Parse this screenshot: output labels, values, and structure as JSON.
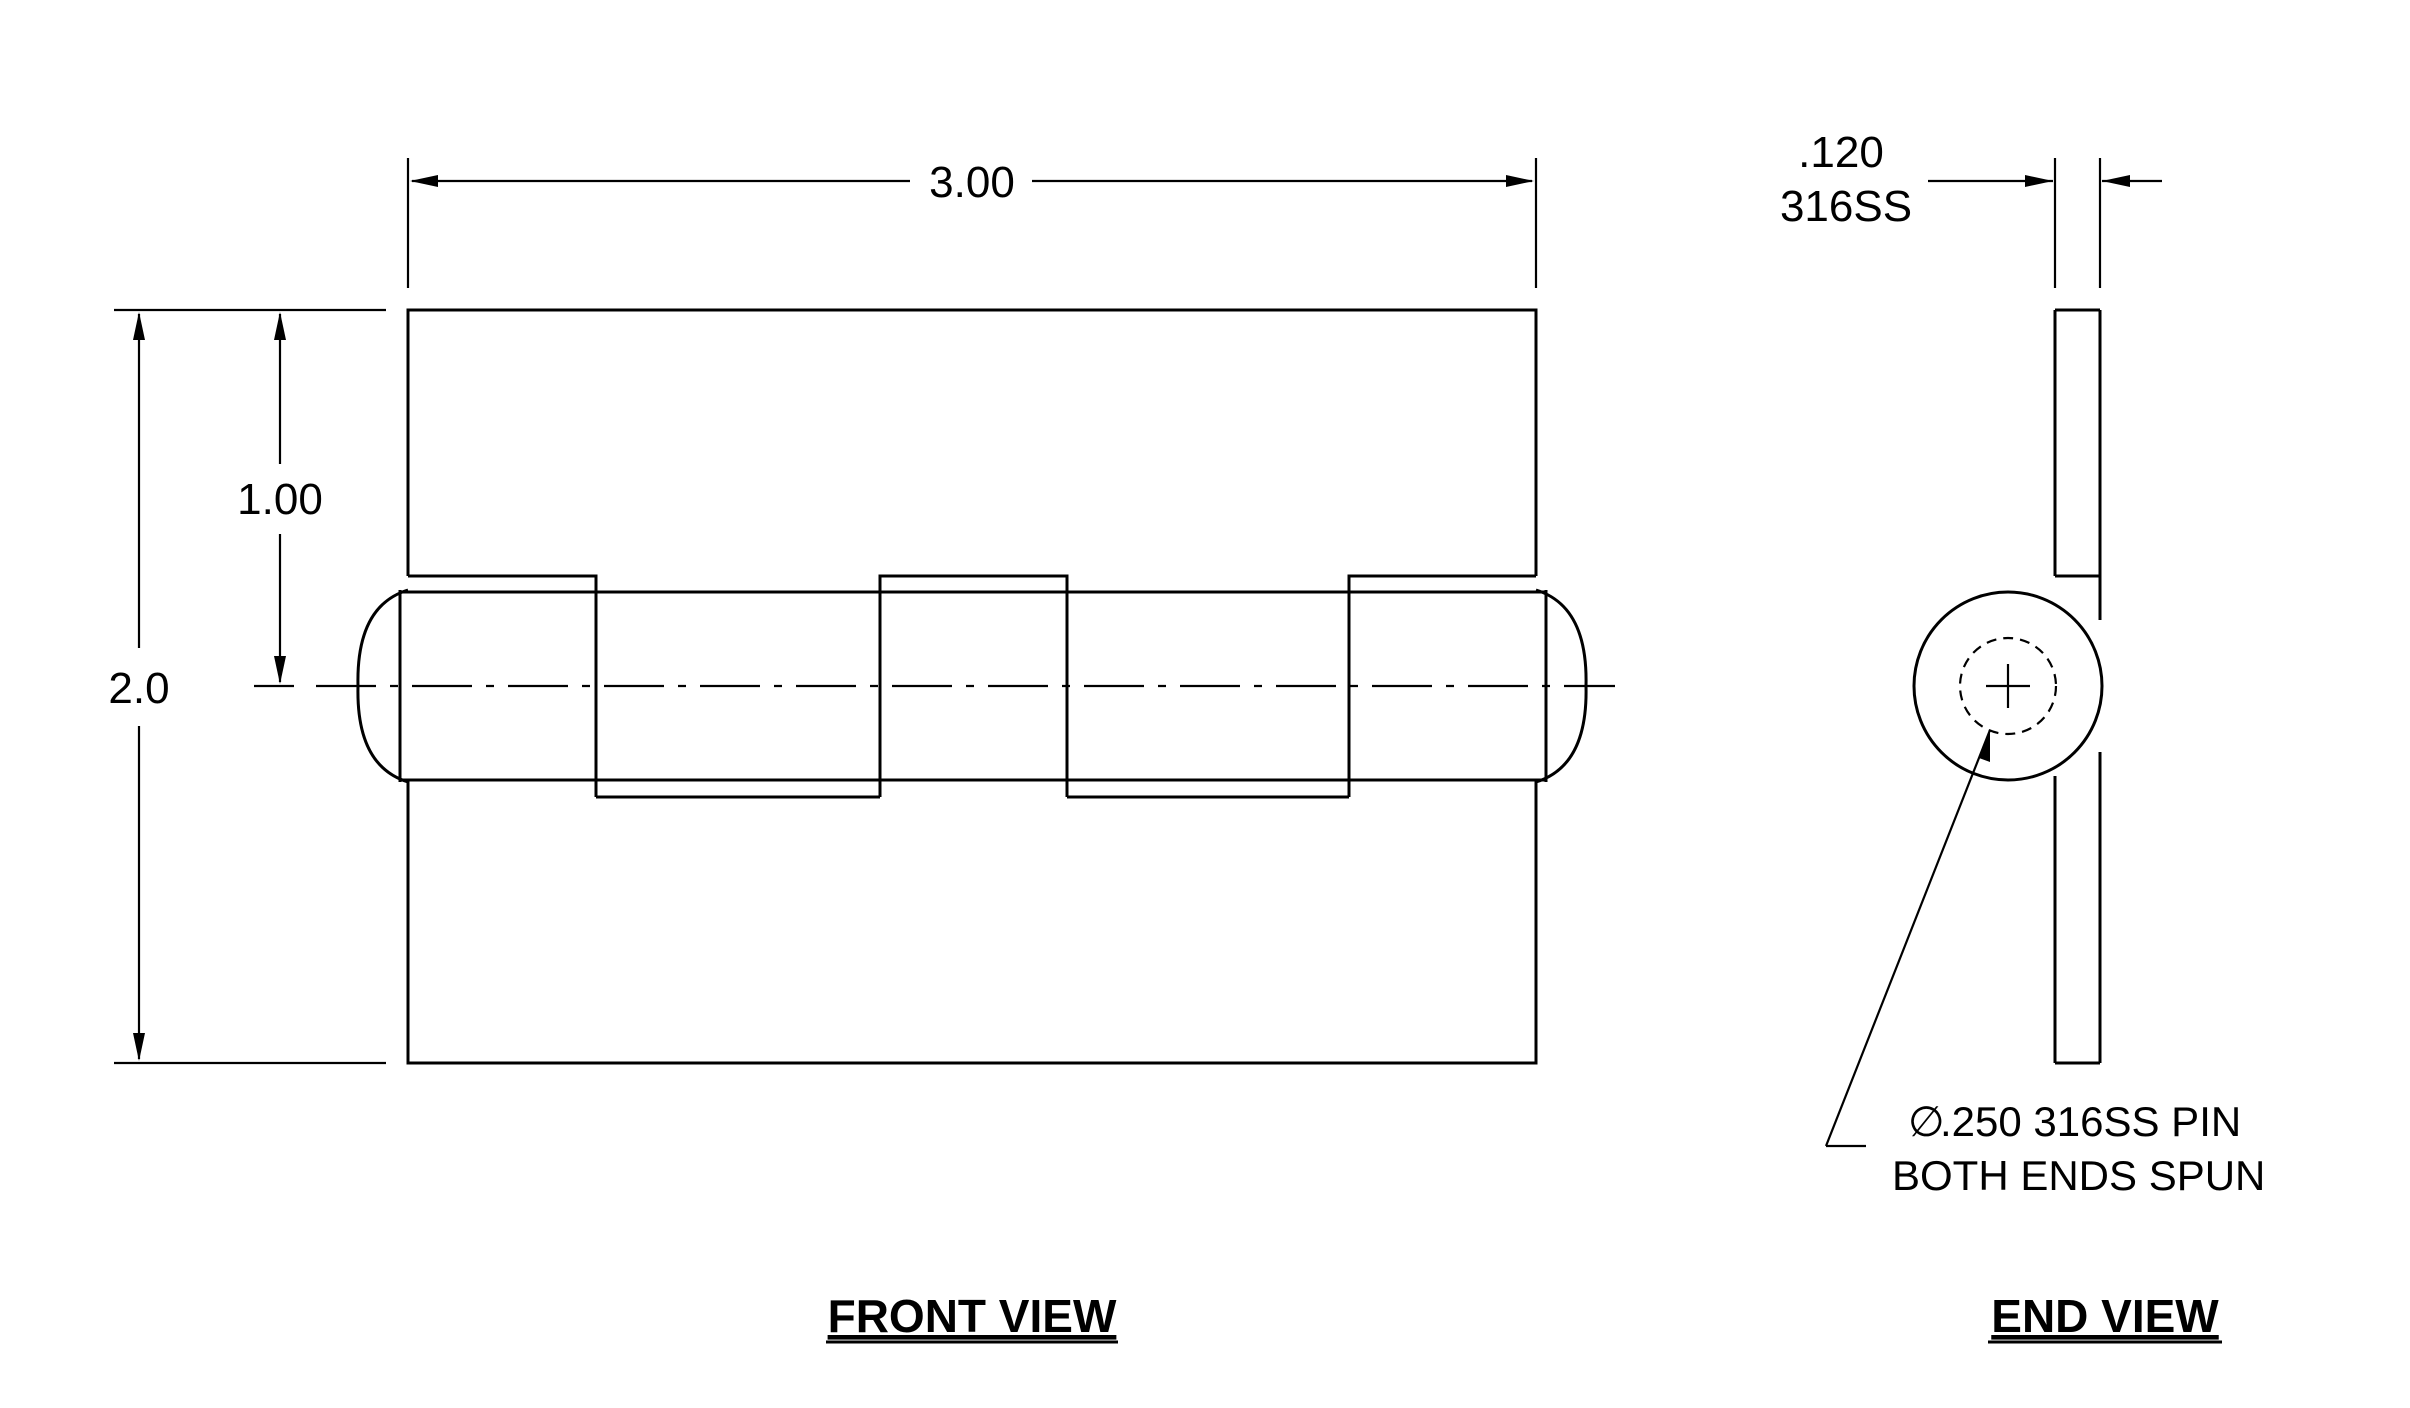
{
  "front_view": {
    "title": "FRONT VIEW",
    "dimensions": {
      "overall_width": "3.00",
      "leaf_height": "1.00",
      "overall_height": "2.0"
    }
  },
  "end_view": {
    "title": "END VIEW",
    "thickness": {
      "value": ".120",
      "material": "316SS"
    },
    "pin_note": {
      "diameter_symbol": "∅",
      "line1": ".250 316SS PIN",
      "line2": "BOTH ENDS SPUN"
    }
  },
  "colors": {
    "line": "#000000",
    "background": "#ffffff"
  }
}
